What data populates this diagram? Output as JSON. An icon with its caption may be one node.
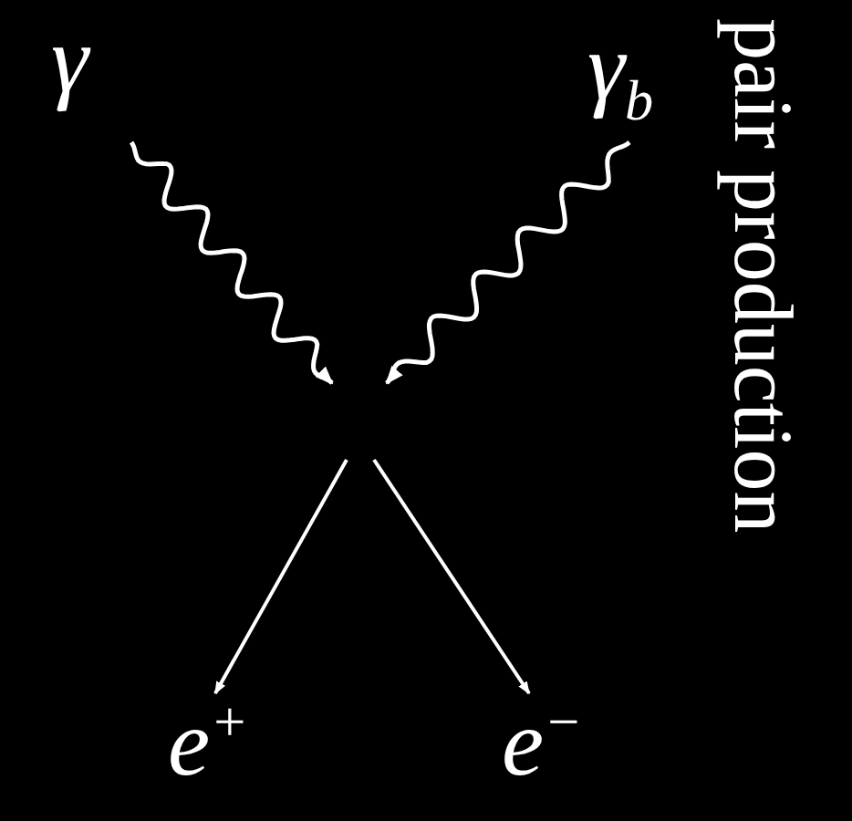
{
  "diagram": {
    "nodes": [
      {
        "text": [
          "γ"
        ]
      },
      {
        "text": [
          "γ$_{b}$"
        ]
      },
      {
        "text": [
          "e$^{+}$"
        ]
      },
      {
        "text": [
          "e$^{−}$"
        ]
      }
    ],
    "edges": [
      {
        "from": 0,
        "to": null,
        "arrow": "to"
      },
      {
        "from": 1,
        "to": null,
        "arrow": "to"
      },
      {
        "from": null,
        "to": 2,
        "arrow": "to"
      },
      {
        "from": null,
        "to": 3,
        "arrow": "to"
      }
    ],
    "labels": [
      "pair production"
    ]
  }
}
